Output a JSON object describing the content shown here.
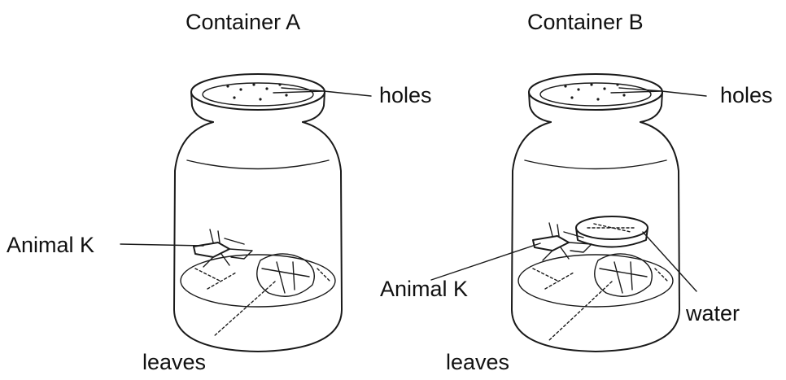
{
  "containers": [
    {
      "title": "Container A",
      "labels": {
        "holes": "holes",
        "animal": "Animal K",
        "leaves": "leaves"
      }
    },
    {
      "title": "Container B",
      "labels": {
        "holes": "holes",
        "animal": "Animal K",
        "leaves": "leaves",
        "water": "water"
      }
    }
  ]
}
